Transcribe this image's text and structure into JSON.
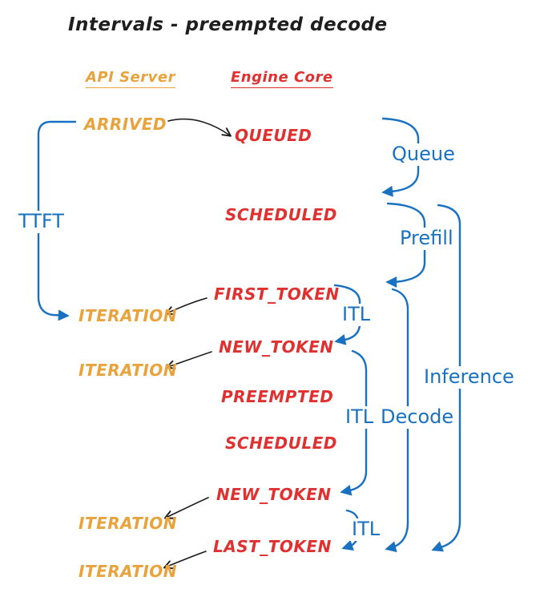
{
  "colors": {
    "ink": "#1e1e1e",
    "orange": "#e8a33d",
    "red": "#e03131",
    "blue": "#1971c2",
    "background": "#ffffff"
  },
  "title": "Intervals - preempted decode",
  "headers": {
    "api_server": "API Server",
    "engine_core": "Engine Core"
  },
  "events": {
    "arrived": "ARRIVED",
    "queued": "QUEUED",
    "scheduled1": "SCHEDULED",
    "first_token": "FIRST_TOKEN",
    "iteration1": "ITERATION",
    "new_token1": "NEW_TOKEN",
    "iteration2": "ITERATION",
    "preempted": "PREEMPTED",
    "scheduled2": "SCHEDULED",
    "new_token2": "NEW_TOKEN",
    "iteration3": "ITERATION",
    "last_token": "LAST_TOKEN",
    "iteration4": "ITERATION"
  },
  "intervals": {
    "ttft": "TTFT",
    "queue": "Queue",
    "prefill": "Prefill",
    "itl_first": "ITL",
    "itl_long": "ITL",
    "decode": "Decode",
    "inference": "Inference",
    "itl_last": "ITL"
  }
}
